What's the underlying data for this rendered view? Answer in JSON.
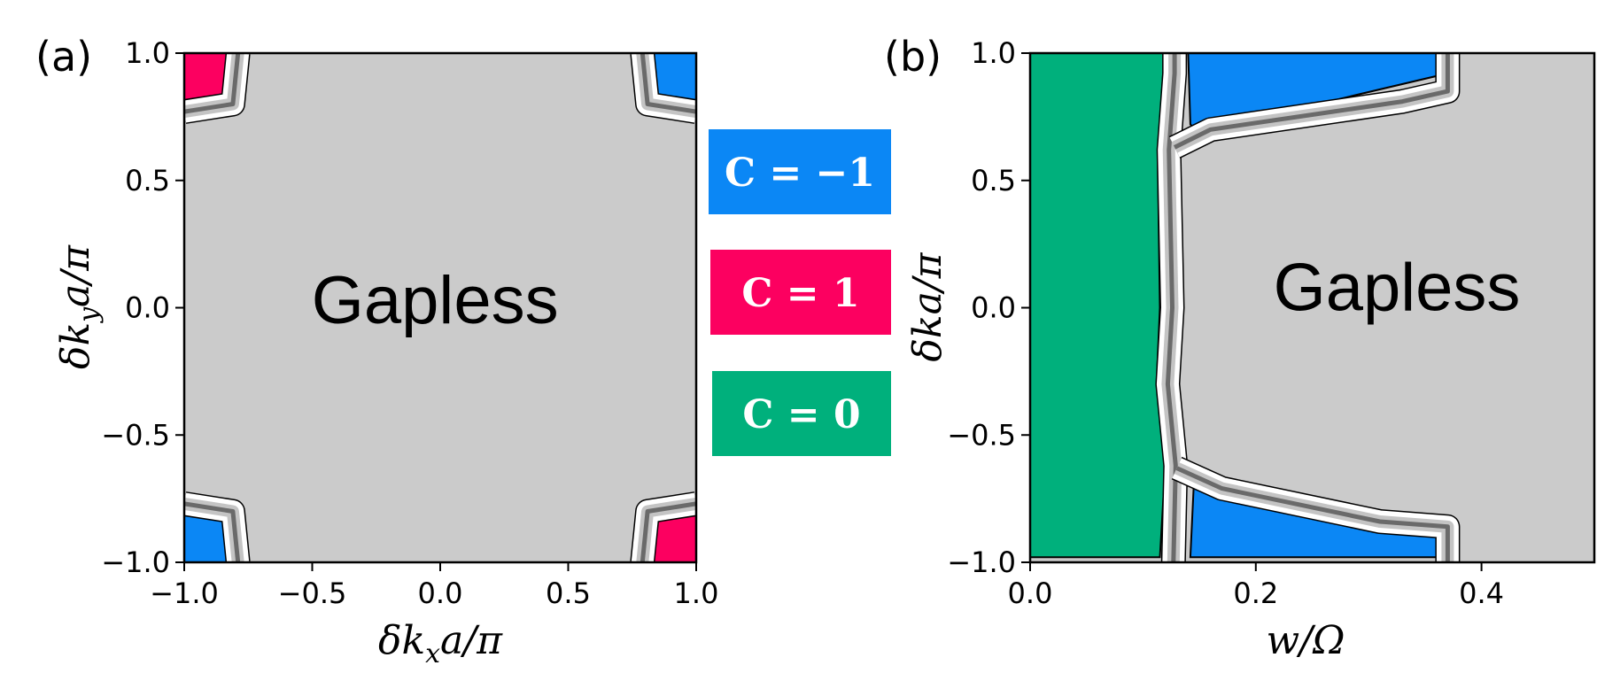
{
  "colors": {
    "gapless": "#cbcbcb",
    "c_minus_1": "#0b87f5",
    "c_plus_1": "#fc0060",
    "c_zero": "#00b07c",
    "boundary": "#000000"
  },
  "legend": [
    {
      "label": "C = −1",
      "color": "#0b87f5"
    },
    {
      "label": "C = 1",
      "color": "#fc0060"
    },
    {
      "label": "C = 0",
      "color": "#00b07c"
    }
  ],
  "chart_data": [
    {
      "type": "heatmap",
      "panel_label": "(a)",
      "annotation": "Gapless",
      "xlabel": "δk_x a/π",
      "ylabel": "δk_y a/π",
      "xlim": [
        -1.0,
        1.0
      ],
      "ylim": [
        -1.0,
        1.0
      ],
      "xticks": [
        "−1.0",
        "−0.5",
        "0.0",
        "0.5",
        "1.0"
      ],
      "xtick_values": [
        -1.0,
        -0.5,
        0.0,
        0.5,
        1.0
      ],
      "yticks": [
        "−1.0",
        "−0.5",
        "0.0",
        "0.5",
        "1.0"
      ],
      "ytick_values": [
        -1.0,
        -0.5,
        0.0,
        0.5,
        1.0
      ],
      "background_region": "gapless",
      "regions": [
        {
          "phase": "c_plus_1",
          "corner": "top-left",
          "polygon": [
            [
              -1.0,
              1.0
            ],
            [
              -0.8,
              1.0
            ],
            [
              -0.82,
              0.82
            ],
            [
              -1.0,
              0.8
            ]
          ]
        },
        {
          "phase": "c_minus_1",
          "corner": "top-right",
          "polygon": [
            [
              0.8,
              1.0
            ],
            [
              1.0,
              1.0
            ],
            [
              1.0,
              0.8
            ],
            [
              0.82,
              0.84
            ]
          ]
        },
        {
          "phase": "c_minus_1",
          "corner": "bottom-left",
          "polygon": [
            [
              -1.0,
              -0.8
            ],
            [
              -0.82,
              -0.84
            ],
            [
              -0.8,
              -1.0
            ],
            [
              -1.0,
              -1.0
            ]
          ]
        },
        {
          "phase": "c_plus_1",
          "corner": "bottom-right",
          "polygon": [
            [
              0.82,
              -0.82
            ],
            [
              1.0,
              -0.8
            ],
            [
              1.0,
              -1.0
            ],
            [
              0.8,
              -1.0
            ]
          ]
        }
      ],
      "boundaries": [
        [
          [
            -0.79,
            1.0
          ],
          [
            -0.81,
            0.8
          ],
          [
            -1.0,
            0.77
          ]
        ],
        [
          [
            0.79,
            1.0
          ],
          [
            0.81,
            0.8
          ],
          [
            1.0,
            0.77
          ]
        ],
        [
          [
            -1.0,
            -0.77
          ],
          [
            -0.81,
            -0.8
          ],
          [
            -0.79,
            -1.0
          ]
        ],
        [
          [
            1.0,
            -0.77
          ],
          [
            0.81,
            -0.8
          ],
          [
            0.79,
            -1.0
          ]
        ]
      ]
    },
    {
      "type": "heatmap",
      "panel_label": "(b)",
      "annotation": "Gapless",
      "xlabel": "w/Ω",
      "ylabel": "δka/π",
      "xlim": [
        0.0,
        0.5
      ],
      "ylim": [
        -1.0,
        1.0
      ],
      "xticks": [
        "0.0",
        "0.2",
        "0.4"
      ],
      "xtick_values": [
        0.0,
        0.2,
        0.4
      ],
      "yticks": [
        "−1.0",
        "−0.5",
        "0.0",
        "0.5",
        "1.0"
      ],
      "ytick_values": [
        -1.0,
        -0.5,
        0.0,
        0.5,
        1.0
      ],
      "background_region": "gapless",
      "regions": [
        {
          "phase": "c_zero",
          "polygon": [
            [
              0.0,
              1.0
            ],
            [
              0.118,
              1.0
            ],
            [
              0.118,
              0.93
            ],
            [
              0.113,
              0.6
            ],
            [
              0.115,
              0.0
            ],
            [
              0.112,
              -0.3
            ],
            [
              0.12,
              -0.6
            ],
            [
              0.115,
              -0.98
            ],
            [
              0.0,
              -0.98
            ]
          ]
        },
        {
          "phase": "c_minus_1",
          "polygon": [
            [
              0.14,
              1.0
            ],
            [
              0.36,
              1.0
            ],
            [
              0.36,
              0.91
            ],
            [
              0.15,
              0.69
            ],
            [
              0.142,
              0.72
            ]
          ]
        },
        {
          "phase": "c_minus_1",
          "polygon": [
            [
              0.145,
              -0.7
            ],
            [
              0.31,
              -0.87
            ],
            [
              0.36,
              -0.89
            ],
            [
              0.36,
              -0.98
            ],
            [
              0.142,
              -0.98
            ]
          ]
        }
      ],
      "boundaries": [
        [
          [
            0.128,
            1.0
          ],
          [
            0.128,
            0.92
          ],
          [
            0.123,
            0.62
          ],
          [
            0.126,
            0.0
          ],
          [
            0.122,
            -0.3
          ],
          [
            0.129,
            -0.62
          ],
          [
            0.127,
            -1.0
          ]
        ],
        [
          [
            0.128,
            0.63
          ],
          [
            0.16,
            0.7
          ],
          [
            0.33,
            0.81
          ],
          [
            0.37,
            0.85
          ],
          [
            0.37,
            1.0
          ]
        ],
        [
          [
            0.13,
            -0.63
          ],
          [
            0.17,
            -0.71
          ],
          [
            0.31,
            -0.84
          ],
          [
            0.37,
            -0.86
          ],
          [
            0.37,
            -1.0
          ]
        ]
      ]
    }
  ]
}
